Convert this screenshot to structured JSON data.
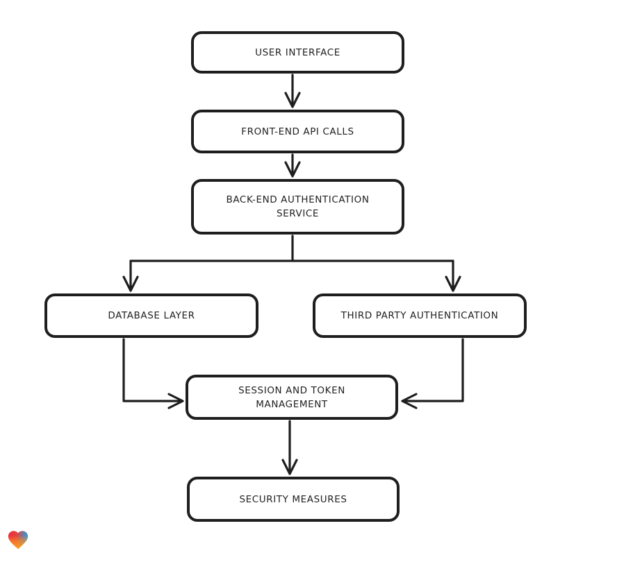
{
  "diagram": {
    "background_color": "#ffffff",
    "stroke_color": "#1e1e1e",
    "node_fill_color": "#ffffff",
    "nodes": [
      {
        "id": "user-interface",
        "label": "USER INTERFACE"
      },
      {
        "id": "front-end-api-calls",
        "label": "FRONT-END API CALLS"
      },
      {
        "id": "back-end-authentication-service",
        "label": "BACK-END AUTHENTICATION SERVICE"
      },
      {
        "id": "database-layer",
        "label": "DATABASE LAYER"
      },
      {
        "id": "third-party-authentication",
        "label": "THIRD PARTY AUTHENTICATION"
      },
      {
        "id": "session-and-token-management",
        "label": "SESSION AND TOKEN MANAGEMENT"
      },
      {
        "id": "security-measures",
        "label": "SECURITY MEASURES"
      }
    ],
    "edges": [
      {
        "from": "user-interface",
        "to": "front-end-api-calls"
      },
      {
        "from": "front-end-api-calls",
        "to": "back-end-authentication-service"
      },
      {
        "from": "back-end-authentication-service",
        "to": "database-layer"
      },
      {
        "from": "back-end-authentication-service",
        "to": "third-party-authentication"
      },
      {
        "from": "database-layer",
        "to": "session-and-token-management"
      },
      {
        "from": "third-party-authentication",
        "to": "session-and-token-management"
      },
      {
        "from": "session-and-token-management",
        "to": "security-measures"
      }
    ]
  },
  "branding": {
    "logo": "lovable-heart-logo",
    "logo_colors": {
      "red": "#ea2e3e",
      "blue": "#2a9fe0",
      "orange": "#ff9f1c"
    }
  }
}
